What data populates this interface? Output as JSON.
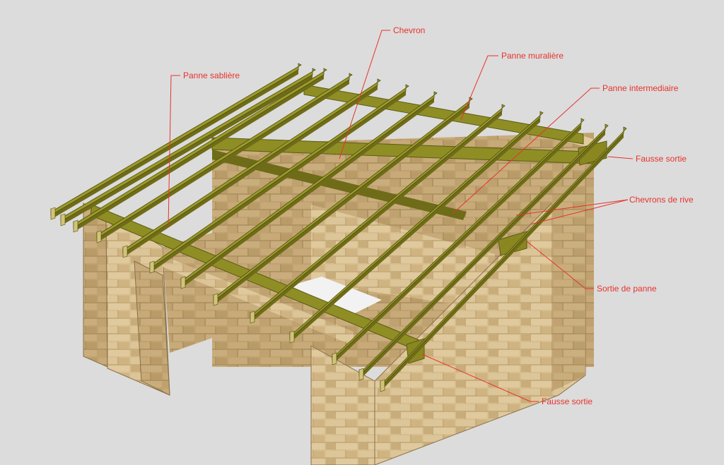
{
  "colors": {
    "background": "#dcdcdc",
    "stone_light": "#d9c193",
    "stone_mid": "#c9ad78",
    "stone_dark": "#a98b58",
    "wood_top": "#9c9b2c",
    "wood_side": "#6e6c18",
    "wood_end": "#d2c27a",
    "annotation": "#e8322d"
  },
  "labels": {
    "chevron": "Chevron",
    "panne_muraliere": "Panne muralière",
    "panne_sabliere": "Panne sablière",
    "panne_intermediaire": "Panne intermediaire",
    "fausse_sortie_right": "Fausse sortie",
    "chevrons_de_rive": "Chevrons de rive",
    "sortie_de_panne": "Sortie de panne",
    "fausse_sortie_bottom": "Fausse sortie"
  }
}
